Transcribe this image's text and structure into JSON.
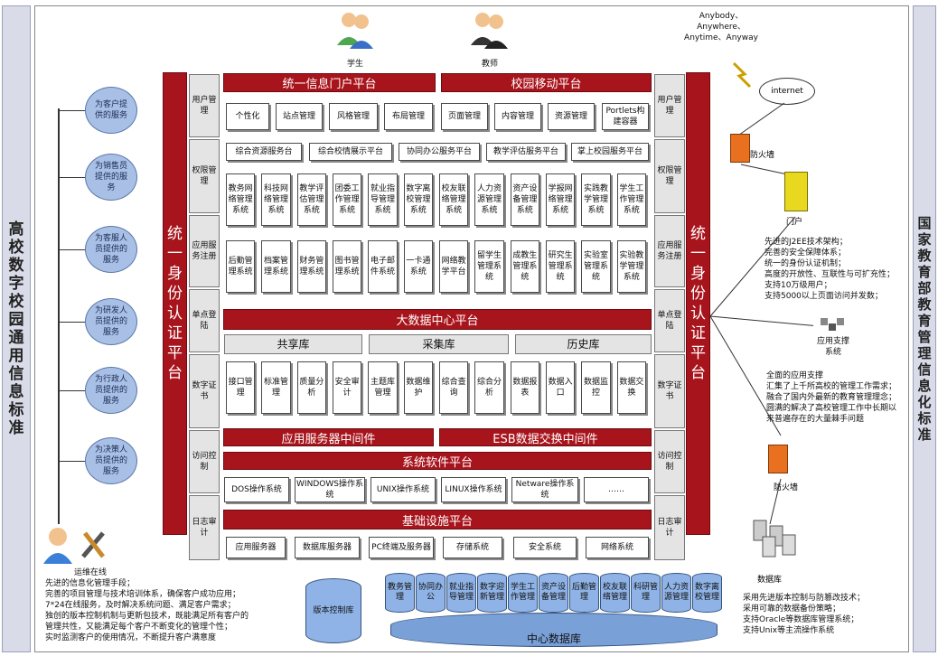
{
  "left_title": "高校数字校园通用信息标准",
  "right_title": "国家教育部教育管理信息化标准",
  "users": {
    "student": "学生",
    "teacher": "教师"
  },
  "anytime_text": "Anybody、\nAnywhere、\nAnytime、Anyway",
  "internet": "internet",
  "firewall_top": "防火墙",
  "portal": "门户",
  "app_support": "应用支撑\n系统",
  "firewall_bottom": "防火墙",
  "database": "数据库",
  "ops": "运维在线",
  "service_bubbles": [
    "为客户提供的服务",
    "为销售员提供的服务",
    "为客服人员提供的服务",
    "为研发人员提供的服务",
    "为行政人员提供的服务",
    "为决策人员提供的服务"
  ],
  "auth_platform": "统一身份认证平台",
  "left_labels": [
    "用户管理",
    "权限管理",
    "应用服务注册",
    "单点登陆",
    "数字证书",
    "访问控制",
    "日志审计"
  ],
  "right_labels": [
    "用户管理",
    "权限管理",
    "应用服务注册",
    "单点登陆",
    "数字证书",
    "访问控制",
    "日志审计"
  ],
  "portal_platform": "统一信息门户平台",
  "mobile_platform": "校园移动平台",
  "portal_items": [
    "个性化",
    "站点管理",
    "风格管理",
    "布局管理",
    "页面管理",
    "内容管理",
    "资源管理",
    "Portlets构建容器"
  ],
  "service_platforms": [
    "综合资源服务台",
    "综合校情展示平台",
    "协同办公服务平台",
    "教学评估服务平台",
    "掌上校园服务平台"
  ],
  "systems_row1": [
    "教务网络管理系统",
    "科技网络管理系统",
    "教学评估管理系统",
    "团委工作管理系统",
    "就业指导管理系统",
    "数字离校管理系统",
    "校友联络管理系统",
    "人力资源管理系统",
    "资产设备管理系统",
    "学报网络管理系统",
    "实践教学管理系统",
    "学生工作管理系统"
  ],
  "systems_row2": [
    "后勤管理系统",
    "档案管理系统",
    "财务管理系统",
    "图书管理系统",
    "电子邮件系统",
    "一卡通系统",
    "网络教学平台",
    "留学生管理系统",
    "成教生管理系统",
    "研究生管理系统",
    "实验室管理系统",
    "实验教学管理系统"
  ],
  "bigdata_platform": "大数据中心平台",
  "libraries": [
    "共享库",
    "采集库",
    "历史库"
  ],
  "data_tools": [
    "接口管理",
    "标准管理",
    "质量分析",
    "安全审计",
    "主题库管理",
    "数据维护",
    "综合查询",
    "综合分析",
    "数据报表",
    "数据入口",
    "数据监控",
    "数据交换"
  ],
  "app_middleware": "应用服务器中间件",
  "esb_middleware": "ESB数据交换中间件",
  "system_software": "系统软件平台",
  "os_items": [
    "DOS操作系统",
    "WINDOWS操作系统",
    "UNIX操作系统",
    "LINUX操作系统",
    "Netware操作系统",
    "……"
  ],
  "infra_platform": "基础设施平台",
  "infra_items": [
    "应用服务器",
    "数据库服务器",
    "PC终端及服务器",
    "存储系统",
    "安全系统",
    "网络系统"
  ],
  "version_lib": "版本控制库",
  "center_db": "中心数据库",
  "db_cylinders": [
    "教务管理",
    "协同办公",
    "就业指导管理",
    "数字迎新管理",
    "学生工作管理",
    "资产设备管理",
    "后勤管理",
    "校友联络管理",
    "科研管理",
    "人力资源管理",
    "数字离校管理"
  ],
  "note_portal": "先进的J2EE技术架构；\n完善的安全保障体系；\n统一的身份认证机制；\n高度的开放性、互联性与可扩充性；\n支持10万级用户；\n支持5000以上页面访问并发数；",
  "note_support": "全面的应用支撑\n汇集了上千所高校的管理工作需求；\n融合了国内外最新的教育管理理念；\n圆满的解决了高校管理工作中长期以\n来普遍存在的大量棘手问题",
  "note_db": "采用先进版本控制与防篡改技术；\n采用可靠的数据备份策略；\n支持Oracle等数据库管理系统；\n支持Unix等主流操作系统",
  "note_ops": "先进的信息化管理手段；\n完善的项目管理与技术培训体系，确保客户成功应用；\n7*24在线服务，及时解决系统问题、满足客户需求；\n独创的版本控制机制与更新包技术，既能满足所有客户的\n管理共性，又能满足每个客户不断变化的管理个性；\n实时监测客户的使用情况，不断提升客户满意度",
  "colors": {
    "red": "#a8141c",
    "bubble": "#a9c0e6",
    "cyl": "#8fb3e6"
  }
}
